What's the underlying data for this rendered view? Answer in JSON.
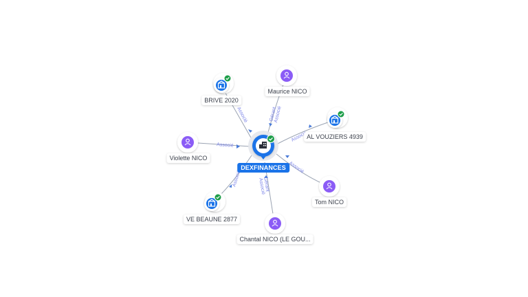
{
  "center": {
    "label": "DEXFINANCES",
    "icon": "company-icon",
    "status": "verified-check-icon",
    "color": "#1a73e8"
  },
  "colors": {
    "person": "#8b5cf6",
    "company": "#1a73e8",
    "verified": "#1e9e4a",
    "edge": "#9aa3b2",
    "edge_label": "#7b84e8"
  },
  "nodes": [
    {
      "id": "brive",
      "label": "BRIVE 2020",
      "type": "company",
      "relation": "Associé"
    },
    {
      "id": "maurice",
      "label": "Maurice NICO",
      "type": "person",
      "relation": "Gérant Associé"
    },
    {
      "id": "alvouziers",
      "label": "AL VOUZIERS 4939",
      "type": "company",
      "relation": "Associé"
    },
    {
      "id": "violette",
      "label": "Violette NICO",
      "type": "person",
      "relation": "Associé"
    },
    {
      "id": "tom",
      "label": "Tom NICO",
      "type": "person",
      "relation": "Associé"
    },
    {
      "id": "vebeaune",
      "label": "VE BEAUNE 2877",
      "type": "company",
      "relation": "Associé"
    },
    {
      "id": "chantal",
      "label": "Chantal NICO (LE GOU...",
      "type": "person",
      "relation": "Gérant Associé"
    }
  ]
}
